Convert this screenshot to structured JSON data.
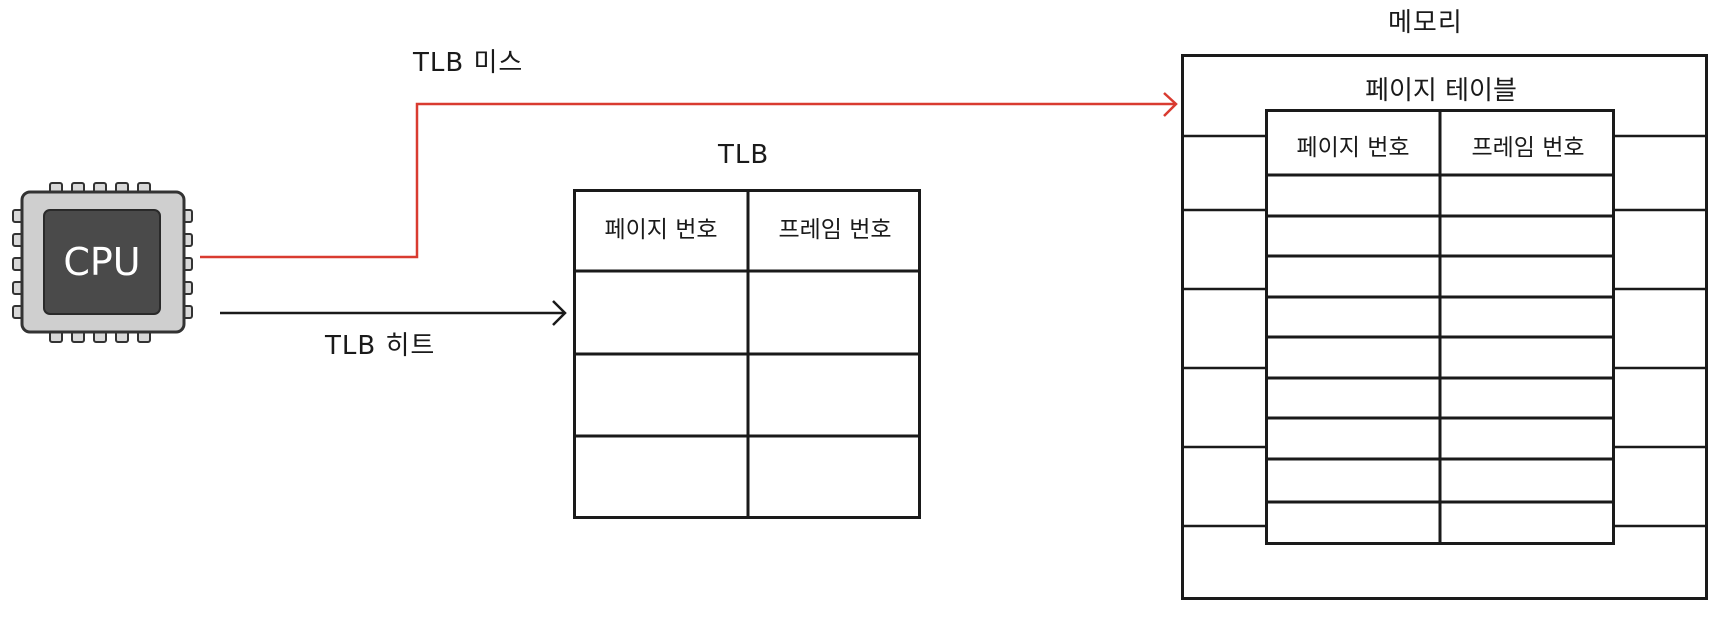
{
  "cpu": {
    "label": "CPU",
    "icon": "cpu-chip-icon"
  },
  "arrows": {
    "miss_label": "TLB 미스",
    "hit_label": "TLB 히트",
    "miss_color": "#d93b30",
    "hit_color": "#1a1a1a"
  },
  "tlb": {
    "title": "TLB",
    "columns": [
      "페이지 번호",
      "프레임 번호"
    ],
    "rows": [
      [
        "",
        ""
      ],
      [
        "",
        ""
      ],
      [
        "",
        ""
      ]
    ]
  },
  "memory": {
    "title": "메모리",
    "page_table": {
      "title": "페이지 테이블",
      "columns": [
        "페이지 번호",
        "프레임 번호"
      ],
      "rows": [
        [
          "",
          ""
        ],
        [
          "",
          ""
        ],
        [
          "",
          ""
        ],
        [
          "",
          ""
        ],
        [
          "",
          ""
        ],
        [
          "",
          ""
        ],
        [
          "",
          ""
        ],
        [
          "",
          ""
        ],
        [
          "",
          ""
        ]
      ]
    }
  }
}
